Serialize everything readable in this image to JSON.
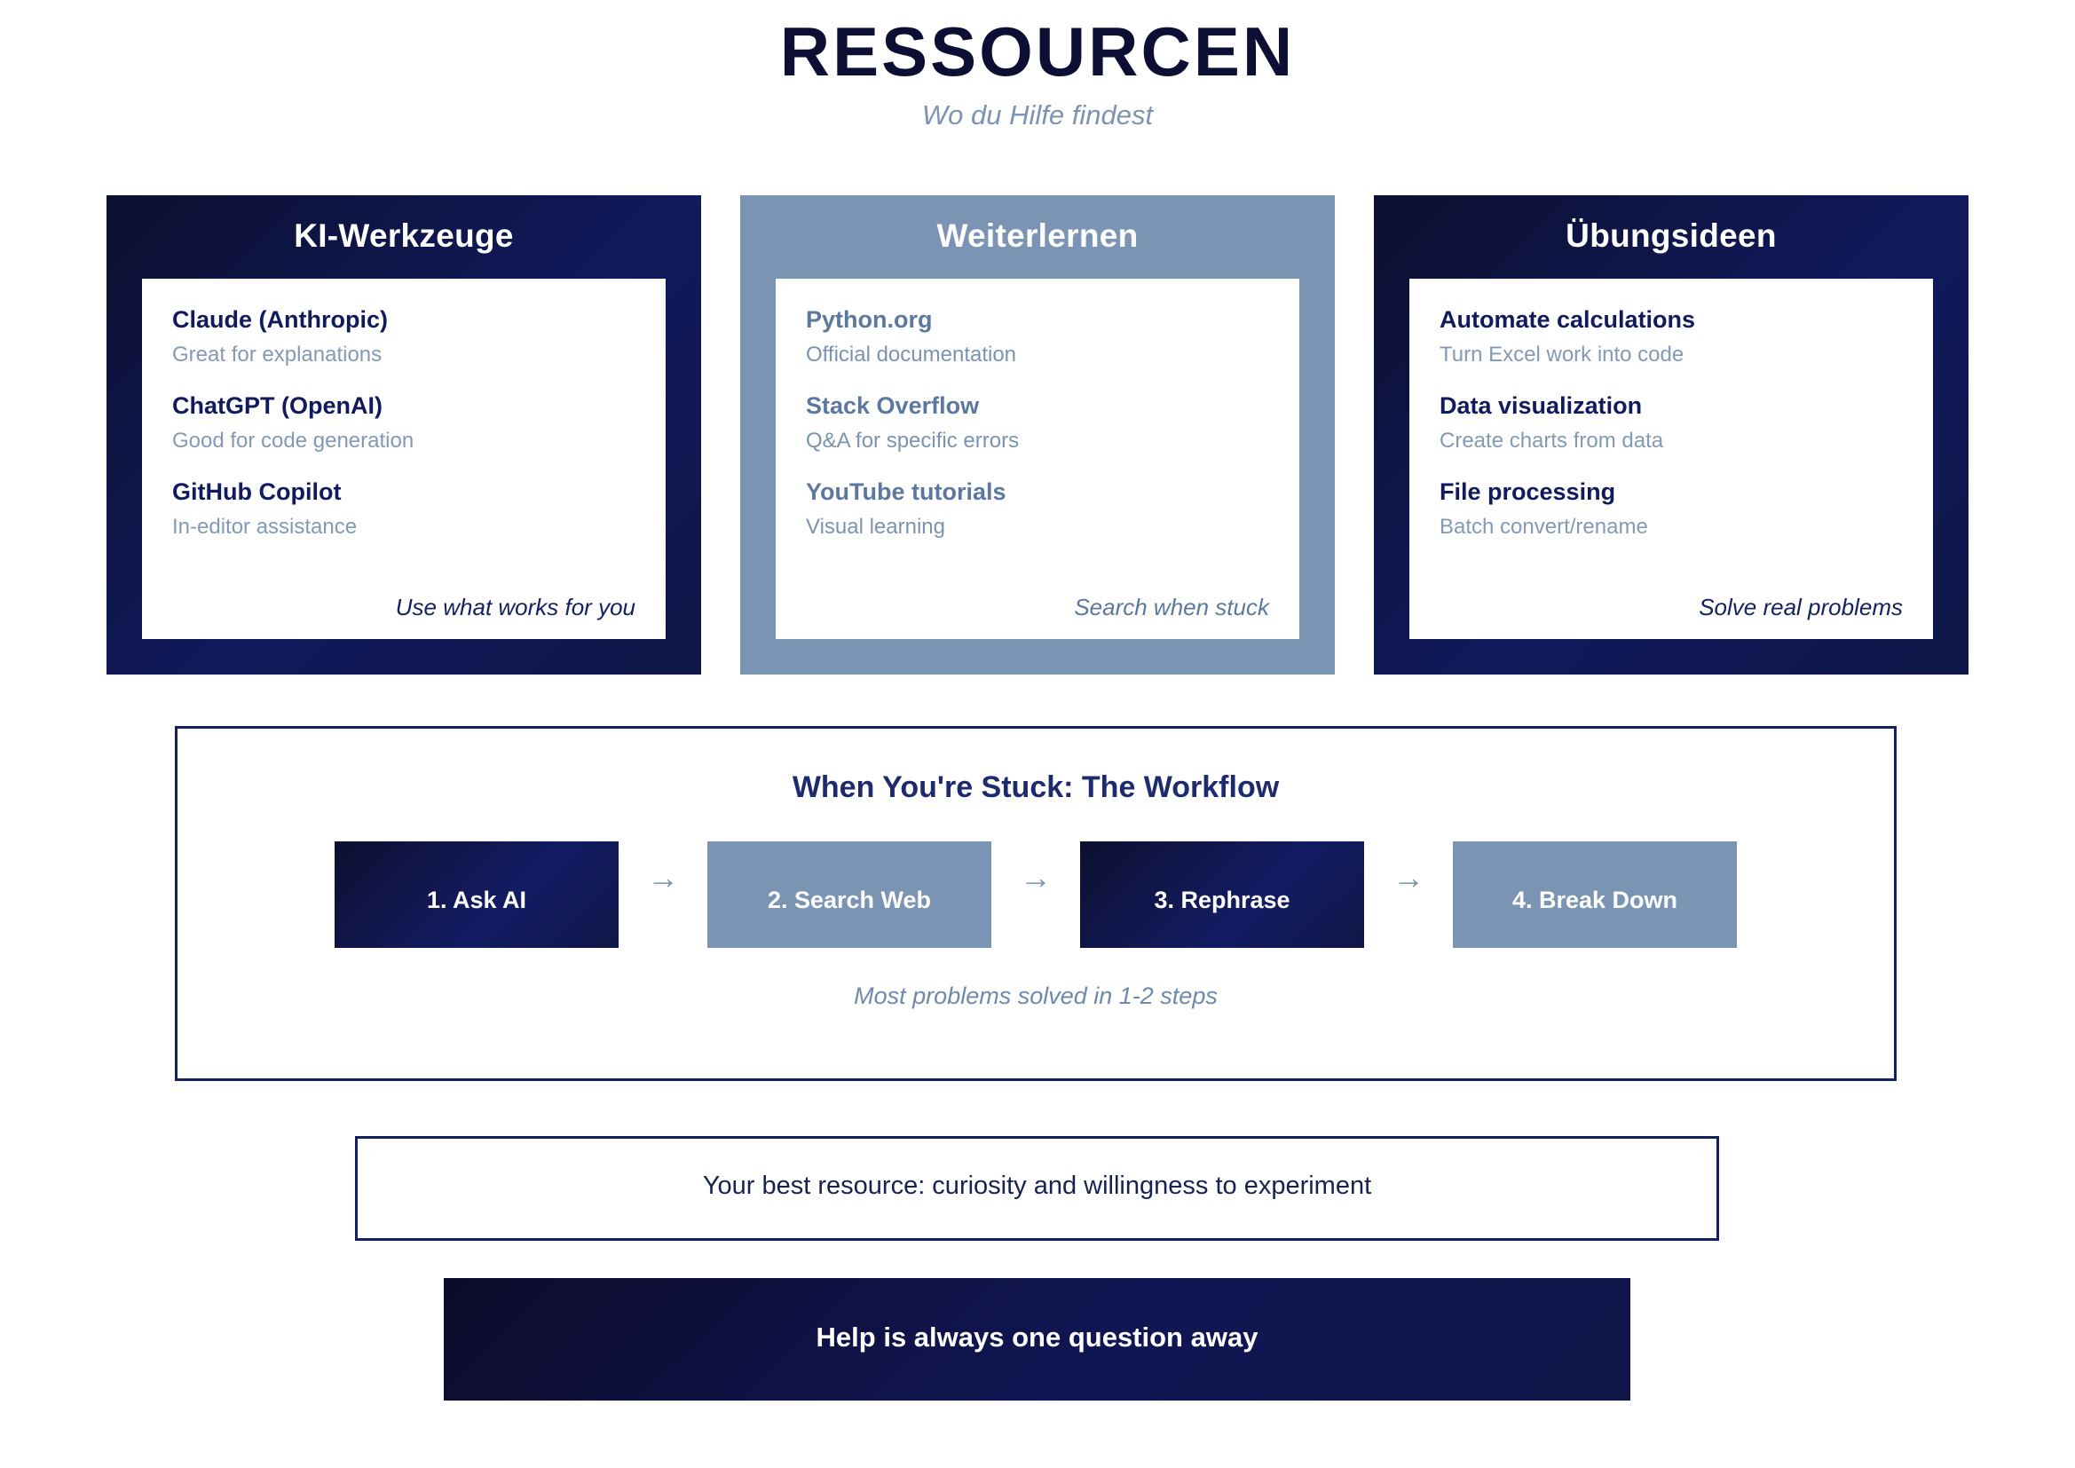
{
  "header": {
    "title": "RESSOURCEN",
    "subtitle": "Wo du Hilfe findest"
  },
  "colors": {
    "navy_dark": "#0c0f33",
    "navy": "#101a5c",
    "steel": "#7b94b4",
    "steel_text": "#5c789e",
    "muted": "#8399b8",
    "white": "#ffffff"
  },
  "cards": [
    {
      "heading": "KI-Werkzeuge",
      "theme": "navy",
      "items": [
        {
          "title": "Claude (Anthropic)",
          "subtitle": "Great for explanations"
        },
        {
          "title": "ChatGPT (OpenAI)",
          "subtitle": "Good for code generation"
        },
        {
          "title": "GitHub Copilot",
          "subtitle": "In-editor assistance"
        }
      ],
      "note": "Use what works for you"
    },
    {
      "heading": "Weiterlernen",
      "theme": "steel",
      "items": [
        {
          "title": "Python.org",
          "subtitle": "Official documentation"
        },
        {
          "title": "Stack Overflow",
          "subtitle": "Q&A for specific errors"
        },
        {
          "title": "YouTube tutorials",
          "subtitle": "Visual learning"
        }
      ],
      "note": "Search when stuck"
    },
    {
      "heading": "Übungsideen",
      "theme": "navy",
      "items": [
        {
          "title": "Automate calculations",
          "subtitle": "Turn Excel work into code"
        },
        {
          "title": "Data visualization",
          "subtitle": "Create charts from data"
        },
        {
          "title": "File processing",
          "subtitle": "Batch convert/rename"
        }
      ],
      "note": "Solve real problems"
    }
  ],
  "workflow": {
    "title": "When You're Stuck: The Workflow",
    "steps": [
      {
        "label": "1. Ask AI",
        "style": "dark"
      },
      {
        "label": "2. Search Web",
        "style": "mid"
      },
      {
        "label": "3. Rephrase",
        "style": "dark"
      },
      {
        "label": "4. Break Down",
        "style": "mid"
      }
    ],
    "arrow": "→",
    "note": "Most problems solved in 1-2 steps"
  },
  "quote": {
    "text": "Your best resource: curiosity and willingness to experiment"
  },
  "cta": {
    "text": "Help is always one question away"
  }
}
